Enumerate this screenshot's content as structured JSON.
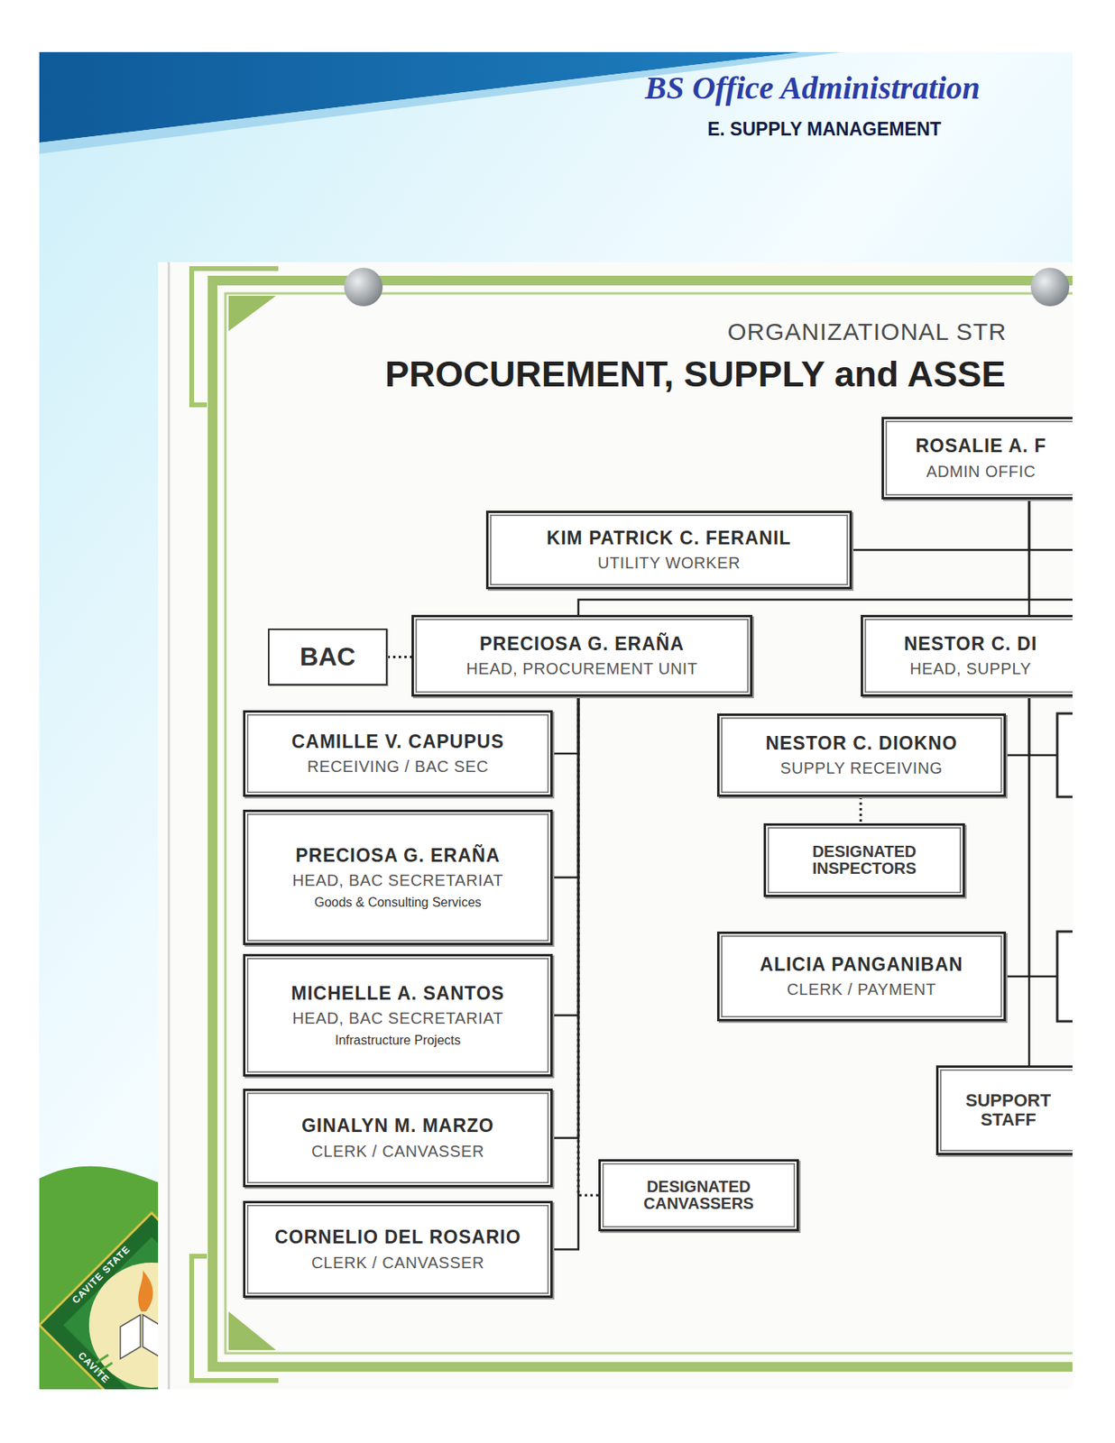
{
  "diagram": {
    "title": "BS Office Administration",
    "nodes": [
      {
        "text": [
          "ROSALIE A. F",
          "ADMIN OFFIC"
        ]
      },
      {
        "text": [
          "KIM PATRICK C. FERANIL",
          "UTILITY WORKER"
        ]
      },
      {
        "text": [
          "BAC"
        ]
      },
      {
        "text": [
          "PRECIOSA G. ERAÑA",
          "HEAD, PROCUREMENT UNIT"
        ]
      },
      {
        "text": [
          "NESTOR C. DI",
          "HEAD, SUPPLY"
        ]
      },
      {
        "text": [
          "CAMILLE V. CAPUPUS",
          "RECEIVING / BAC SEC"
        ]
      },
      {
        "text": [
          "NESTOR C. DIOKNO",
          "SUPPLY RECEIVING"
        ]
      },
      {
        "text": [
          "PRECIOSA G. ERAÑA",
          "HEAD, BAC SECRETARIAT",
          "Goods & Consulting Services"
        ]
      },
      {
        "text": [
          "DESIGNATED INSPECTORS"
        ]
      },
      {
        "text": [
          "ALICIA PANGANIBAN",
          "CLERK / PAYMENT"
        ]
      },
      {
        "text": [
          "MICHELLE A. SANTOS",
          "HEAD, BAC SECRETARIAT",
          "Infrastructure Projects"
        ]
      },
      {
        "text": [
          "SUPPORT STAFF"
        ]
      },
      {
        "text": [
          "GINALYN M. MARZO",
          "CLERK / CANVASSER"
        ]
      },
      {
        "text": [
          "DESIGNATED CANVASSERS"
        ]
      },
      {
        "text": [
          "CORNELIO DEL ROSARIO",
          "CLERK / CANVASSER"
        ]
      }
    ],
    "edges": [
      {
        "from": 0,
        "to": 1,
        "arrow": "none"
      },
      {
        "from": 0,
        "to": 3,
        "arrow": "none"
      },
      {
        "from": 0,
        "to": 4,
        "arrow": "none"
      },
      {
        "from": 2,
        "to": 3,
        "arrow": "none"
      },
      {
        "from": 3,
        "to": 5,
        "arrow": "none"
      },
      {
        "from": 3,
        "to": 7,
        "arrow": "none"
      },
      {
        "from": 3,
        "to": 10,
        "arrow": "none"
      },
      {
        "from": 3,
        "to": 12,
        "arrow": "none"
      },
      {
        "from": 3,
        "to": 14,
        "arrow": "none"
      },
      {
        "from": 3,
        "to": 13,
        "arrow": "none"
      },
      {
        "from": 4,
        "to": 6,
        "arrow": "none"
      },
      {
        "from": 4,
        "to": 9,
        "arrow": "none"
      },
      {
        "from": 4,
        "to": 11,
        "arrow": "none"
      },
      {
        "from": 6,
        "to": 8,
        "arrow": "none"
      }
    ],
    "labels": [
      "E. SUPPLY MANAGEMENT",
      "ORGANIZATIONAL STR",
      "PROCUREMENT, SUPPLY and ASSE",
      "CAVITE STATE",
      "CAVITE"
    ]
  }
}
